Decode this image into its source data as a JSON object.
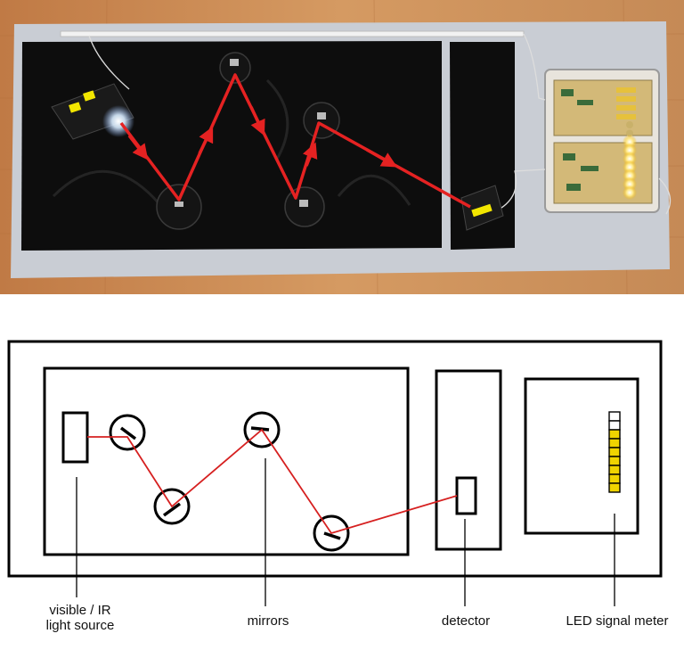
{
  "labels": {
    "light_source": "visible / IR\nlight source",
    "mirrors": "mirrors",
    "detector": "detector",
    "led_meter": "LED signal meter"
  },
  "led_meter": {
    "total_segments": 9,
    "lit_segments": 7
  },
  "colors": {
    "beam": "#e02020",
    "board": "#0d0d0d",
    "baseboard": "#c9cdd4",
    "floor": "#c98c55",
    "led_on": "#f0d400",
    "led_on_photo": "#ffe98a"
  }
}
